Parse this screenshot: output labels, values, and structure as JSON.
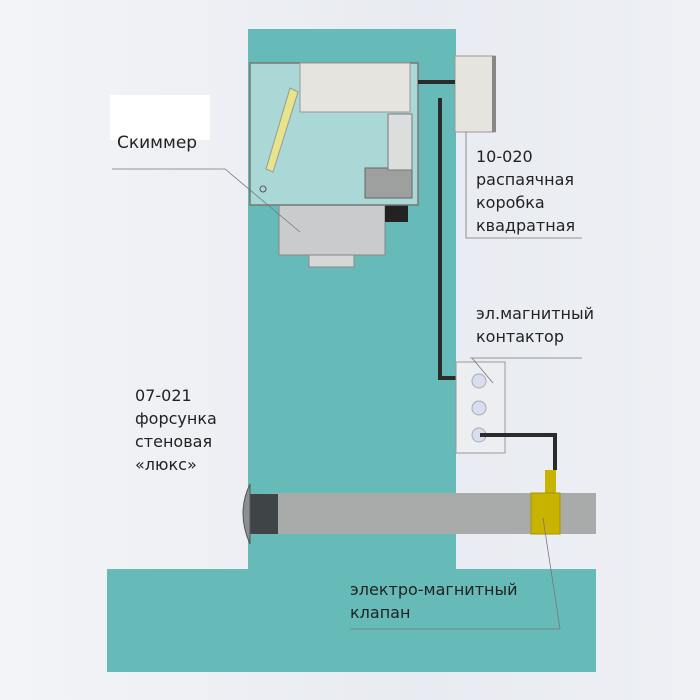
{
  "labels": {
    "skimmer": "Скиммер",
    "junction_box": [
      "10-020",
      "распаячная",
      "коробка",
      "квадратная"
    ],
    "contactor": [
      "эл.магнитный",
      "контактор"
    ],
    "nozzle": [
      "07-021",
      "форсунка",
      "стеновая",
      "«люкс»"
    ],
    "valve": [
      "электро-магнитный",
      "клапан"
    ]
  },
  "colors": {
    "wall": "#66bbb8",
    "pipe": "#a9abab",
    "valve": "#c8b400",
    "cable": "#2b2b2b"
  }
}
